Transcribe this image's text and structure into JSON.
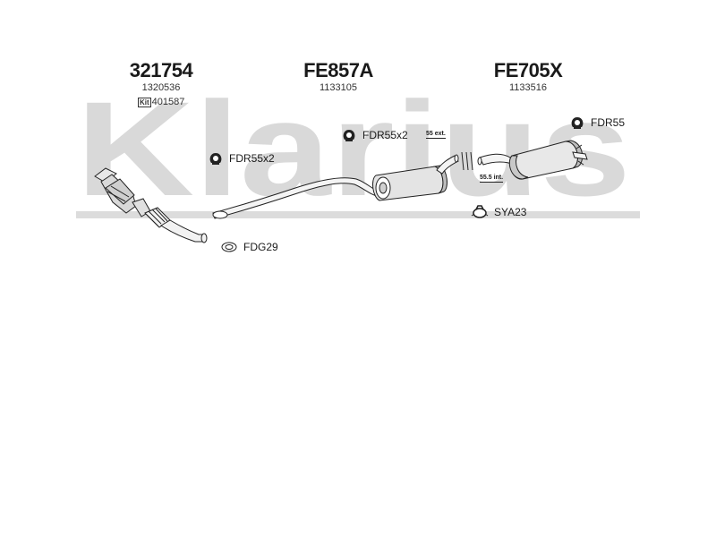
{
  "watermark": {
    "text": "Klarius",
    "color": "#d9d9d9"
  },
  "assemblies": [
    {
      "part_number": "321754",
      "reference": "1320536",
      "kit_label": "Kit",
      "kit_number": "401587"
    },
    {
      "part_number": "FE857A",
      "reference": "1133105"
    },
    {
      "part_number": "FE705X",
      "reference": "1133516"
    }
  ],
  "fittings": [
    {
      "code": "FDR55x2",
      "icon": "rubber-hanger-icon"
    },
    {
      "code": "FDG29",
      "icon": "gasket-icon"
    },
    {
      "code": "FDR55x2",
      "icon": "rubber-hanger-icon"
    },
    {
      "code": "FDR55",
      "icon": "rubber-hanger-icon"
    },
    {
      "code": "SYA23",
      "icon": "clamp-icon"
    }
  ],
  "dimensions": {
    "external": "55 ext.",
    "internal": "55.5 int."
  },
  "colors": {
    "line": "#222222",
    "fill": "#e6e6e6",
    "shade": "#bdbdbd"
  }
}
